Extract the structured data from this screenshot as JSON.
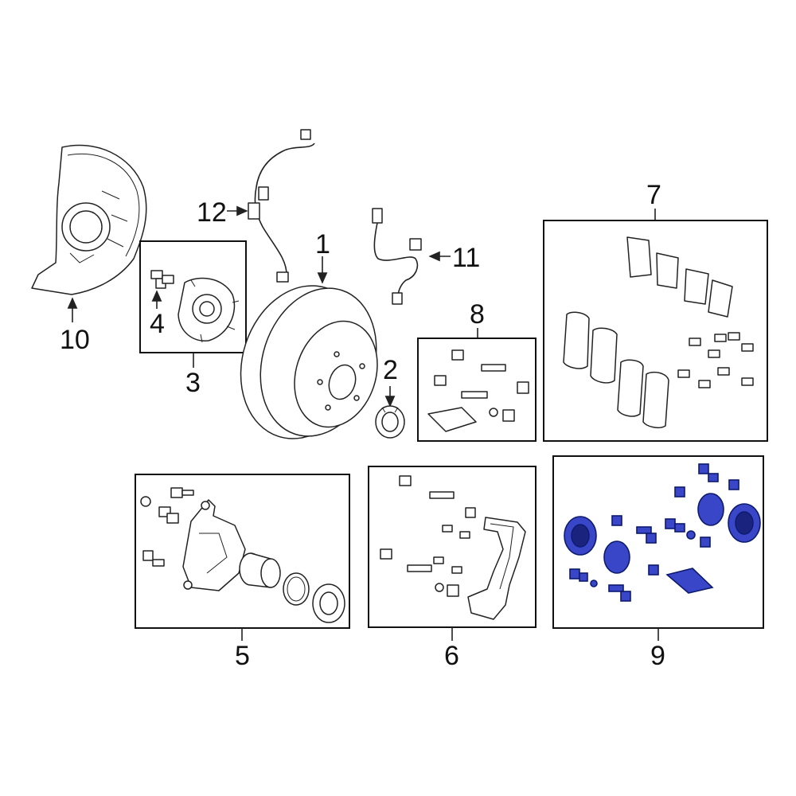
{
  "callouts": {
    "c1": "1",
    "c2": "2",
    "c3": "3",
    "c4": "4",
    "c5": "5",
    "c6": "6",
    "c7": "7",
    "c8": "8",
    "c9": "9",
    "c10": "10",
    "c11": "11",
    "c12": "12"
  },
  "colors": {
    "line": "#222222",
    "highlight_fill": "#3a46c8",
    "highlight_stroke": "#0c1a6e"
  }
}
